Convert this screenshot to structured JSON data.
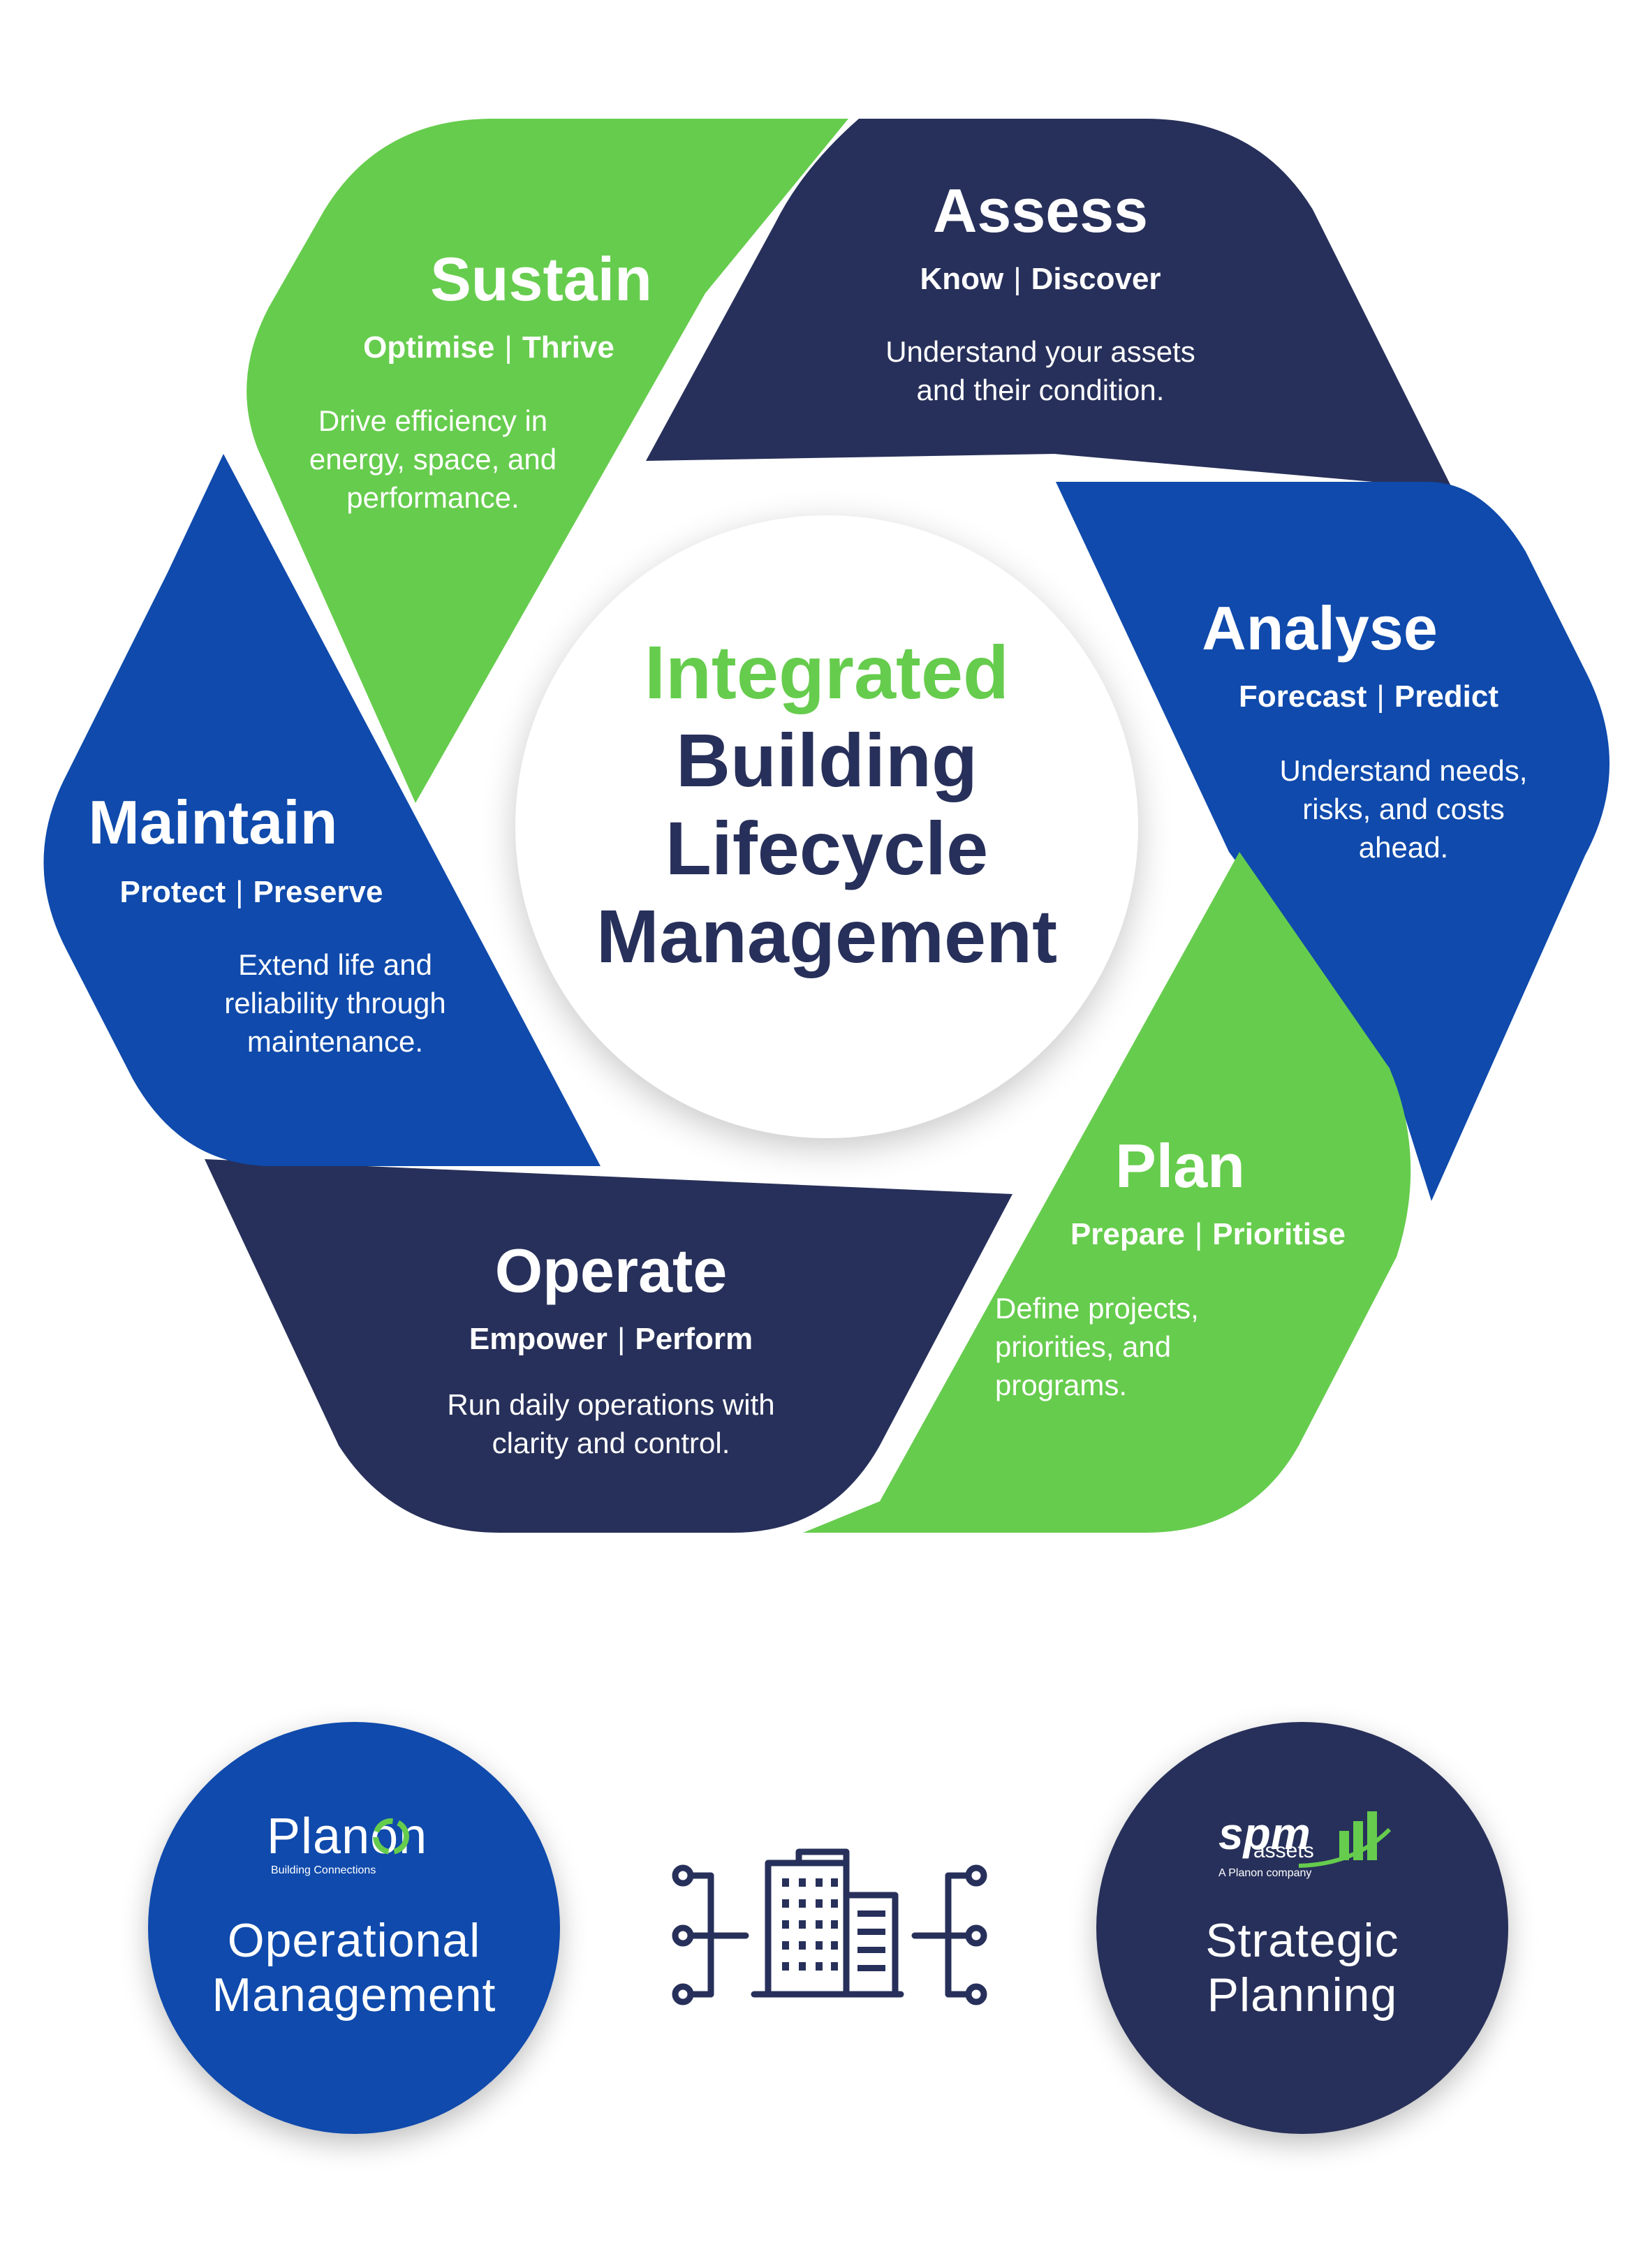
{
  "center": {
    "line1": "Integrated",
    "line2": "Building",
    "line3": "Lifecycle",
    "line4": "Management"
  },
  "segments": [
    {
      "key": "assess",
      "title": "Assess",
      "sub1": "Know",
      "sub2": "Discover",
      "desc": "Understand your assets and their condition."
    },
    {
      "key": "analyse",
      "title": "Analyse",
      "sub1": "Forecast",
      "sub2": "Predict",
      "desc": "Understand needs, risks, and costs ahead."
    },
    {
      "key": "plan",
      "title": "Plan",
      "sub1": "Prepare",
      "sub2": "Prioritise",
      "desc": "Define projects, priorities, and programs."
    },
    {
      "key": "operate",
      "title": "Operate",
      "sub1": "Empower",
      "sub2": "Perform",
      "desc": "Run daily operations with clarity and control."
    },
    {
      "key": "maintain",
      "title": "Maintain",
      "sub1": "Protect",
      "sub2": "Preserve",
      "desc": "Extend life and reliability through maintenance."
    },
    {
      "key": "sustain",
      "title": "Sustain",
      "sub1": "Optimise",
      "sub2": "Thrive",
      "desc": "Drive efficiency in energy, space, and performance."
    }
  ],
  "bottom": {
    "left": {
      "logo_text": "Planon",
      "logo_tagline": "Building Connections",
      "label_line1": "Operational",
      "label_line2": "Management"
    },
    "right": {
      "logo_text": "spm",
      "logo_sub": "assets",
      "logo_tagline": "A Planon company",
      "label_line1": "Strategic",
      "label_line2": "Planning"
    }
  },
  "icons": {
    "center_icon": "building-network-icon"
  },
  "colors": {
    "navy": "#27305a",
    "blue": "#0f4aac",
    "green": "#66cc4d",
    "white": "#ffffff"
  }
}
